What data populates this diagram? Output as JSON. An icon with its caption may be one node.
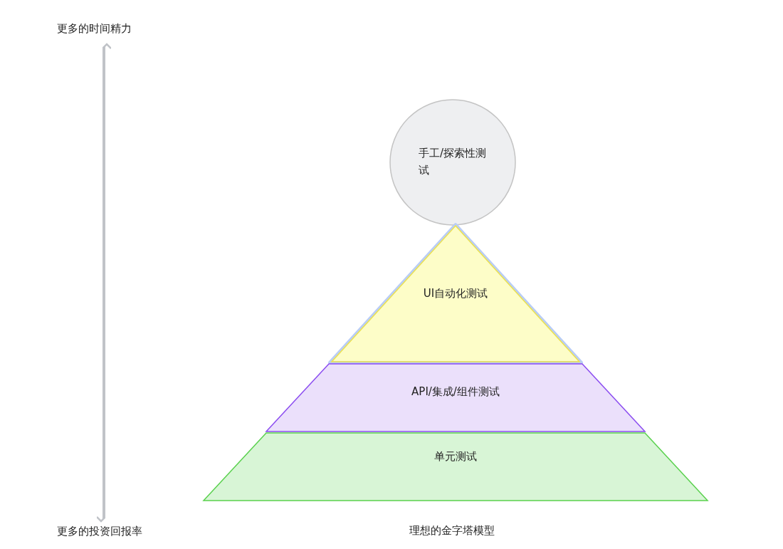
{
  "diagram": {
    "caption": "理想的金字塔模型",
    "nodes": [
      {
        "text": [
          "更多的时间精力"
        ]
      },
      {
        "text": [
          "手工/探索性测试"
        ]
      },
      {
        "text": [
          "UI自动化测试"
        ]
      },
      {
        "text": [
          "API/集成/组件测试"
        ]
      },
      {
        "text": [
          "单元测试"
        ]
      },
      {
        "text": [
          "更多的投资回报率"
        ]
      }
    ],
    "edges": [
      {
        "from": 0,
        "to": 5,
        "arrow": "both"
      }
    ]
  }
}
